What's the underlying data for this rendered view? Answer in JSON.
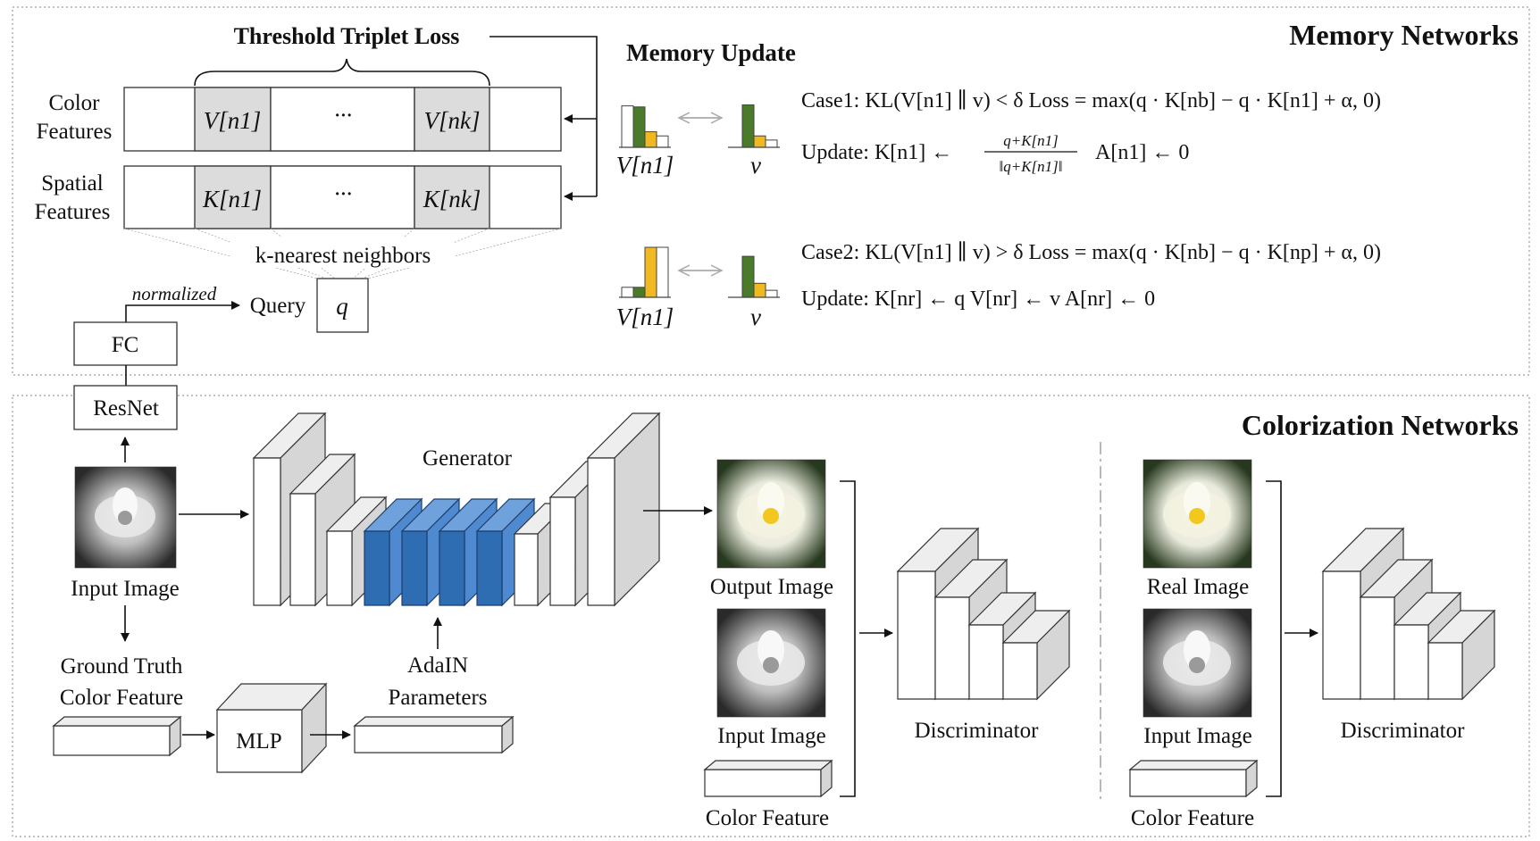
{
  "panels": {
    "memory_title": "Memory Networks",
    "colorization_title": "Colorization Networks"
  },
  "memory": {
    "threshold_loss": "Threshold Triplet Loss",
    "color_features": [
      "Color",
      "Features"
    ],
    "spatial_features": [
      "Spatial",
      "Features"
    ],
    "v_cells": [
      "V[n1]",
      "···",
      "V[nk]"
    ],
    "k_cells": [
      "K[n1]",
      "···",
      "K[nk]"
    ],
    "knn": "k-nearest neighbors",
    "normalized": "normalized",
    "query_label": "Query",
    "query_symbol": "q",
    "fc": "FC",
    "resnet": "ResNet",
    "memory_update": "Memory Update",
    "case1": "Case1: KL(V[n1] ∥ v) < δ   Loss = max(q · K[nb] − q · K[n1] + α, 0)",
    "update1_prefix": "Update: K[n1] ←",
    "update1_num": "q+K[n1]",
    "update1_den": "‖q+K[n1]‖",
    "update1_suffix": "A[n1] ← 0",
    "case2": "Case2: KL(V[n1] ∥ v) > δ   Loss = max(q · K[nb] − q · K[np] + α, 0)",
    "update2": "Update: K[nr] ← q   V[nr] ← v   A[nr] ← 0",
    "hist_label_left": "V[n1]",
    "hist_label_right": "v",
    "hist_case1_left": [
      0.8,
      0.78,
      0.3,
      0.22
    ],
    "hist_case1_right": [
      0.0,
      0.82,
      0.22,
      0.14
    ],
    "hist_case2_left": [
      0.2,
      0.2,
      1.0,
      1.0
    ],
    "hist_case2_right": [
      0.0,
      0.82,
      0.28,
      0.14
    ],
    "hist_colors": [
      "#ffffff",
      "#4a7a2a",
      "#f2b820",
      "#ffffff"
    ]
  },
  "colorization": {
    "input_image": "Input Image",
    "generator": "Generator",
    "adain": [
      "AdaIN",
      "Parameters"
    ],
    "gt_color_feature": [
      "Ground Truth",
      "Color Feature"
    ],
    "mlp": "MLP",
    "output_image": "Output Image",
    "input_image_2": "Input Image",
    "color_feature": "Color Feature",
    "discriminator": "Discriminator",
    "real_image": "Real Image",
    "input_image_3": "Input Image",
    "color_feature_2": "Color Feature",
    "discriminator_2": "Discriminator"
  }
}
